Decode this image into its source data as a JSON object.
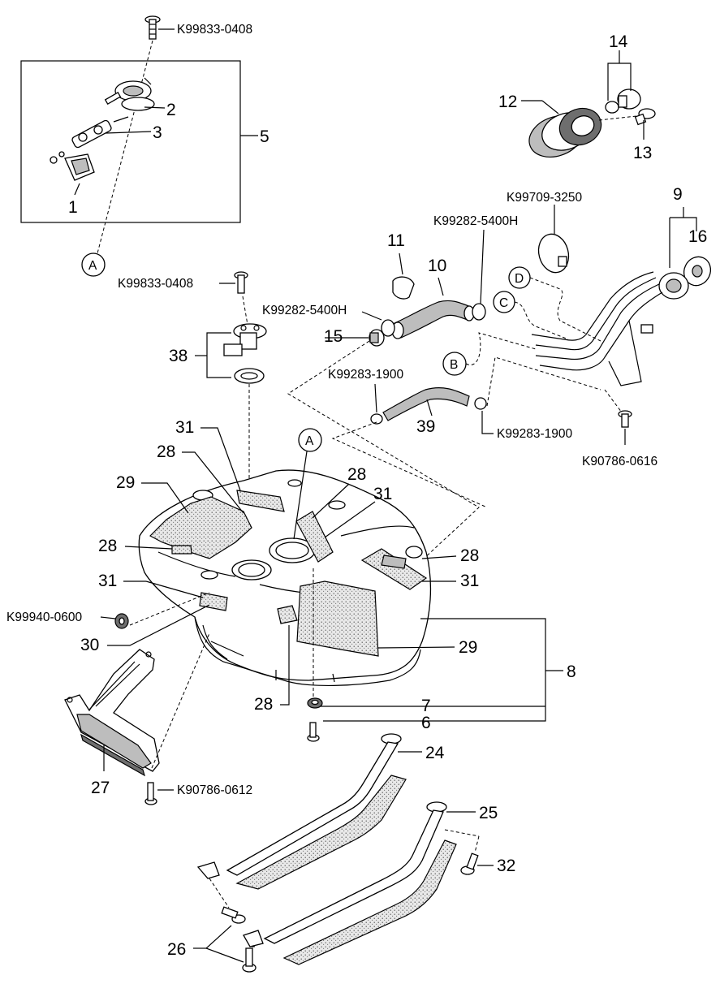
{
  "callouts": {
    "n1": "1",
    "n2": "2",
    "n3": "3",
    "n5": "5",
    "n6": "6",
    "n7": "7",
    "n8": "8",
    "n9": "9",
    "n10": "10",
    "n11": "11",
    "n12": "12",
    "n13": "13",
    "n14": "14",
    "n15": "15",
    "n16": "16",
    "n24": "24",
    "n25": "25",
    "n26": "26",
    "n27": "27",
    "n28a": "28",
    "n28b": "28",
    "n28c": "28",
    "n28d": "28",
    "n28e": "28",
    "n29a": "29",
    "n29b": "29",
    "n30": "30",
    "n31a": "31",
    "n31b": "31",
    "n31c": "31",
    "n31d": "31",
    "n32": "32",
    "n38": "38",
    "n39": "39"
  },
  "part_codes": {
    "bolt_top": "K99833-0408",
    "bolt_sender": "K99833-0408",
    "clip_hose_upper": "K99282-5400H",
    "clip_hose_left": "K99282-5400H",
    "band_clamp": "K99709-3250",
    "clip_vent_left": "K99283-1900",
    "clip_vent_right": "K99283-1900",
    "bolt_filler": "K90786-0616",
    "nut_tank": "K99940-0600",
    "bolt_protector": "K90786-0612"
  },
  "connectors": {
    "a_top": "A",
    "a_tank": "A",
    "b": "B",
    "c": "C",
    "d": "D"
  }
}
